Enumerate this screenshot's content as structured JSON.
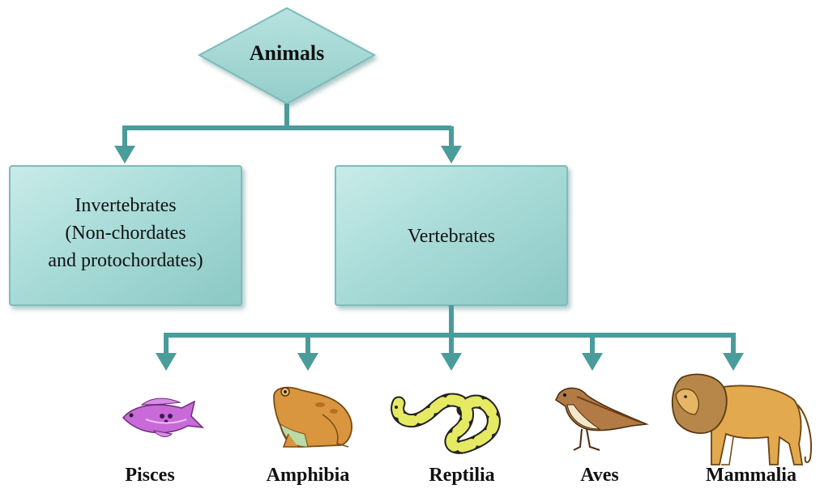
{
  "diagram": {
    "root": {
      "label": "Animals"
    },
    "branches": {
      "invertebrates": {
        "label": "Invertebrates\n(Non-chordates\nand protochordates)"
      },
      "vertebrates": {
        "label": "Vertebrates"
      }
    },
    "classes": [
      {
        "label": "Pisces",
        "icon": "fish-icon"
      },
      {
        "label": "Amphibia",
        "icon": "frog-icon"
      },
      {
        "label": "Reptilia",
        "icon": "snake-icon"
      },
      {
        "label": "Aves",
        "icon": "bird-icon"
      },
      {
        "label": "Mammalia",
        "icon": "lion-icon"
      }
    ],
    "colors": {
      "node_fill": "#a7d9d6",
      "node_edge": "#7cbcb9",
      "connector": "#4a9c9a"
    }
  }
}
